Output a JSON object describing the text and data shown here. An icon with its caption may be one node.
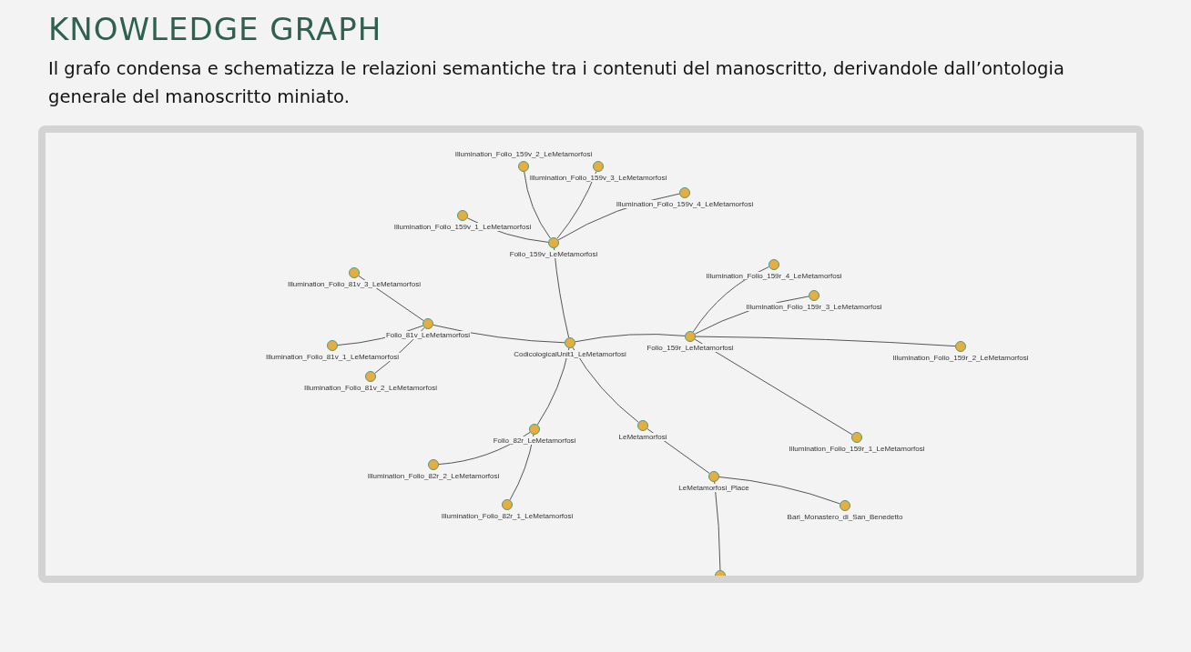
{
  "diagram": {
    "title": "KNOWLEDGE GRAPH",
    "caption": "Il grafo condensa e schematizza le relazioni semantiche tra i contenuti del manoscritto, derivandole dall’ontologia generale del manoscritto miniato.",
    "nodes": [
      {
        "text": [],
        "shape": "circle",
        "beside": [
          "CodicologicalUnit1_LeMetamorfosi"
        ]
      },
      {
        "text": [],
        "shape": "circle",
        "beside": [
          "Folio_159v_LeMetamorfosi"
        ]
      },
      {
        "text": [],
        "shape": "circle",
        "beside": [
          "Illumination_Folio_159v_2_LeMetamorfosi"
        ]
      },
      {
        "text": [],
        "shape": "circle",
        "beside": [
          "Illumination_Folio_159v_3_LeMetamorfosi"
        ]
      },
      {
        "text": [],
        "shape": "circle",
        "beside": [
          "Illumination_Folio_159v_4_LeMetamorfosi"
        ]
      },
      {
        "text": [],
        "shape": "circle",
        "beside": [
          "Illumination_Folio_159v_1_LeMetamorfosi"
        ]
      },
      {
        "text": [],
        "shape": "circle",
        "beside": [
          "Folio_81v_LeMetamorfosi"
        ]
      },
      {
        "text": [],
        "shape": "circle",
        "beside": [
          "Illumination_Folio_81v_3_LeMetamorfosi"
        ]
      },
      {
        "text": [],
        "shape": "circle",
        "beside": [
          "Illumination_Folio_81v_1_LeMetamorfosi"
        ]
      },
      {
        "text": [],
        "shape": "circle",
        "beside": [
          "Illumination_Folio_81v_2_LeMetamorfosi"
        ]
      },
      {
        "text": [],
        "shape": "circle",
        "beside": [
          "Folio_159r_LeMetamorfosi"
        ]
      },
      {
        "text": [],
        "shape": "circle",
        "beside": [
          "Illumination_Folio_159r_4_LeMetamorfosi"
        ]
      },
      {
        "text": [],
        "shape": "circle",
        "beside": [
          "Illumination_Folio_159r_3_LeMetamorfosi"
        ]
      },
      {
        "text": [],
        "shape": "circle",
        "beside": [
          "Illumination_Folio_159r_2_LeMetamorfosi"
        ]
      },
      {
        "text": [],
        "shape": "circle",
        "beside": [
          "Illumination_Folio_159r_1_LeMetamorfosi"
        ]
      },
      {
        "text": [],
        "shape": "circle",
        "beside": [
          "Folio_82r_LeMetamorfosi"
        ]
      },
      {
        "text": [],
        "shape": "circle",
        "beside": [
          "Illumination_Folio_82r_2_LeMetamorfosi"
        ]
      },
      {
        "text": [],
        "shape": "circle",
        "beside": [
          "Illumination_Folio_82r_1_LeMetamorfosi"
        ]
      },
      {
        "text": [],
        "shape": "circle",
        "beside": [
          "LeMetamorfosi"
        ]
      },
      {
        "text": [],
        "shape": "circle",
        "beside": [
          "LeMetamorfosi_Place"
        ]
      },
      {
        "text": [],
        "shape": "circle",
        "beside": [
          "Bari_Monastero_di_San_Benedetto"
        ]
      },
      {
        "text": [],
        "shape": "circle"
      }
    ],
    "edges": [
      {
        "from": 0,
        "to": 1,
        "arrow": "none"
      },
      {
        "from": 1,
        "to": 2,
        "arrow": "none"
      },
      {
        "from": 1,
        "to": 3,
        "arrow": "none"
      },
      {
        "from": 1,
        "to": 4,
        "arrow": "none"
      },
      {
        "from": 1,
        "to": 5,
        "arrow": "none"
      },
      {
        "from": 0,
        "to": 6,
        "arrow": "none"
      },
      {
        "from": 6,
        "to": 7,
        "arrow": "none"
      },
      {
        "from": 6,
        "to": 8,
        "arrow": "none"
      },
      {
        "from": 6,
        "to": 9,
        "arrow": "none"
      },
      {
        "from": 0,
        "to": 10,
        "arrow": "none"
      },
      {
        "from": 10,
        "to": 11,
        "arrow": "none"
      },
      {
        "from": 10,
        "to": 12,
        "arrow": "none"
      },
      {
        "from": 10,
        "to": 13,
        "arrow": "none"
      },
      {
        "from": 10,
        "to": 14,
        "arrow": "none"
      },
      {
        "from": 0,
        "to": 15,
        "arrow": "none"
      },
      {
        "from": 15,
        "to": 16,
        "arrow": "none"
      },
      {
        "from": 15,
        "to": 17,
        "arrow": "none"
      },
      {
        "from": 0,
        "to": 18,
        "arrow": "none"
      },
      {
        "from": 18,
        "to": 19,
        "arrow": "none"
      },
      {
        "from": 19,
        "to": 20,
        "arrow": "none"
      },
      {
        "from": 19,
        "to": 21,
        "arrow": "none"
      }
    ]
  }
}
